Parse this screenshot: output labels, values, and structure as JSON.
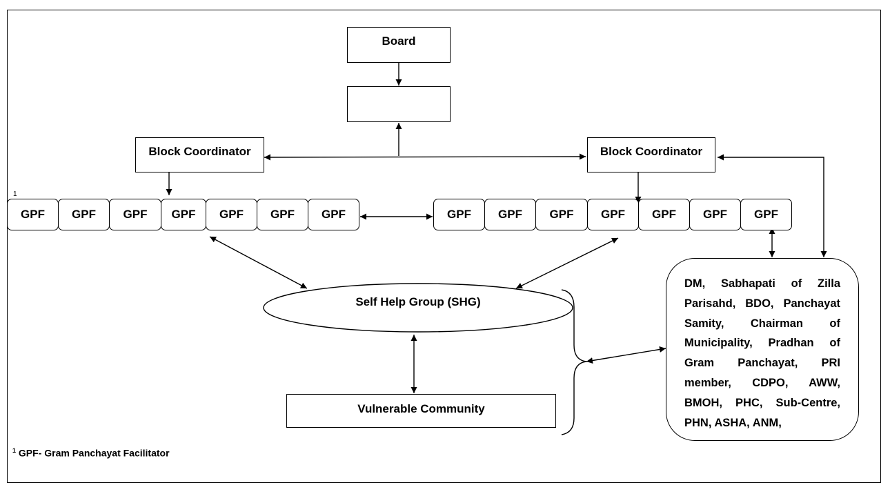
{
  "board": "Board",
  "unlabeled_box": "",
  "block_coordinator_left": "Block Coordinator",
  "block_coordinator_right": "Block Coordinator",
  "gpf_group_left": [
    "GPF",
    "GPF",
    "GPF",
    "GPF",
    "GPF",
    "GPF",
    "GPF"
  ],
  "gpf_group_right": [
    "GPF",
    "GPF",
    "GPF",
    "GPF",
    "GPF",
    "GPF",
    "GPF"
  ],
  "footnote_marker": "1",
  "shg": "Self Help Group (SHG)",
  "vulnerable_community": "Vulnerable Community",
  "officials": "DM, Sabhapati of Zilla Parisahd, BDO, Panchayat Samity, Chairman of Municipality, Pradhan of Gram Panchayat, PRI member, CDPO, AWW, BMOH, PHC, Sub-Centre, PHN, ASHA, ANM,",
  "footnote": {
    "marker": "1",
    "text": "GPF- Gram Panchayat Facilitator"
  }
}
